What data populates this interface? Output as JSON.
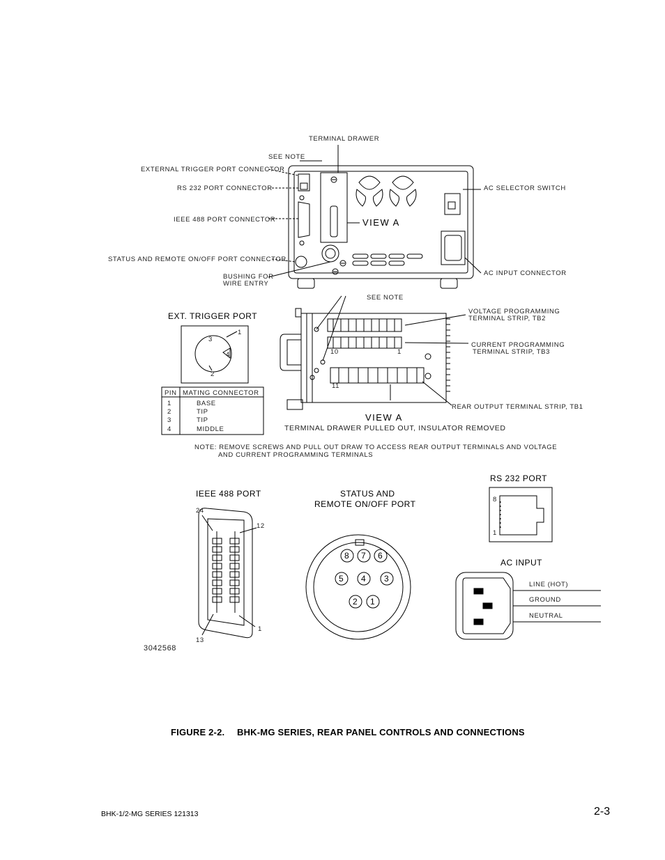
{
  "callouts": {
    "terminal_drawer": "TERMINAL DRAWER",
    "see_note_top": "SEE NOTE",
    "ext_trigger_connector": "EXTERNAL TRIGGER PORT CONNECTOR",
    "rs232_connector": "RS 232 PORT CONNECTOR",
    "ieee488_connector": "IEEE 488 PORT CONNECTOR",
    "status_remote_connector": "STATUS AND REMOTE ON/OFF PORT CONNECTOR",
    "bushing_line1": "BUSHING FOR",
    "bushing_line2": "WIRE ENTRY",
    "view_a": "VIEW A",
    "ac_selector": "AC SELECTOR SWITCH",
    "ac_input_connector": "AC INPUT CONNECTOR",
    "see_note_mid": "SEE NOTE",
    "tb2_line1": "VOLTAGE PROGRAMMING",
    "tb2_line2": "TERMINAL STRIP, TB2",
    "tb3_line1": "CURRENT PROGRAMMING",
    "tb3_line2": "TERMINAL STRIP, TB3",
    "tb1": "REAR OUTPUT TERMINAL STRIP, TB1",
    "view_a_title": "VIEW A",
    "view_a_sub": "TERMINAL DRAWER PULLED OUT, INSULATOR REMOVED",
    "pin_10": "10",
    "pin_1_tb3": "1",
    "pin_11": "11",
    "note_line1": "NOTE: REMOVE SCREWS AND PULL OUT DRAW TO ACCESS REAR OUTPUT TERMINALS AND VOLTAGE",
    "note_line2": "AND CURRENT PROGRAMMING TERMINALS"
  },
  "ext_trigger": {
    "title": "EXT. TRIGGER PORT",
    "pins": [
      "1",
      "2",
      "3",
      "4"
    ],
    "table_header": [
      "PIN",
      "MATING CONNECTOR"
    ],
    "rows": [
      [
        "1",
        "BASE"
      ],
      [
        "2",
        "TIP"
      ],
      [
        "3",
        "TIP"
      ],
      [
        "4",
        "MIDDLE"
      ]
    ]
  },
  "ieee488": {
    "title": "IEEE 488 PORT",
    "pin_24": "24",
    "pin_12": "12",
    "pin_13": "13",
    "pin_1": "1"
  },
  "status_port": {
    "title_line1": "STATUS AND",
    "title_line2": "REMOTE ON/OFF PORT",
    "pins": [
      "8",
      "7",
      "6",
      "5",
      "4",
      "3",
      "2",
      "1"
    ]
  },
  "rs232": {
    "title": "RS 232 PORT",
    "pin_8": "8",
    "pin_1": "1"
  },
  "ac_input": {
    "title": "AC INPUT",
    "line": "LINE (HOT)",
    "ground": "GROUND",
    "neutral": "NEUTRAL"
  },
  "drawing_number": "3042568",
  "caption": {
    "number": "FIGURE 2-2.",
    "text": "BHK-MG SERIES, REAR PANEL CONTROLS AND CONNECTIONS"
  },
  "footer": {
    "left": "BHK-1/2-MG SERIES 121313",
    "right": "2-3"
  }
}
